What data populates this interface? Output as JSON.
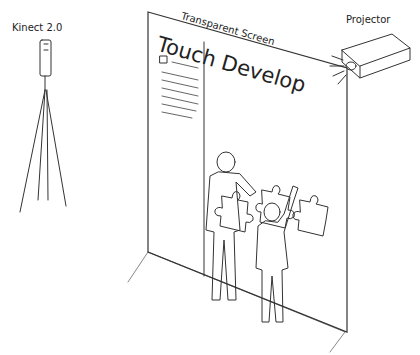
{
  "diagram": {
    "nodes": [
      {
        "text": [
          "Transparent Screen",
          "Touch Develop"
        ]
      }
    ],
    "labels": [
      "Kinect 2.0",
      "Projector"
    ]
  }
}
